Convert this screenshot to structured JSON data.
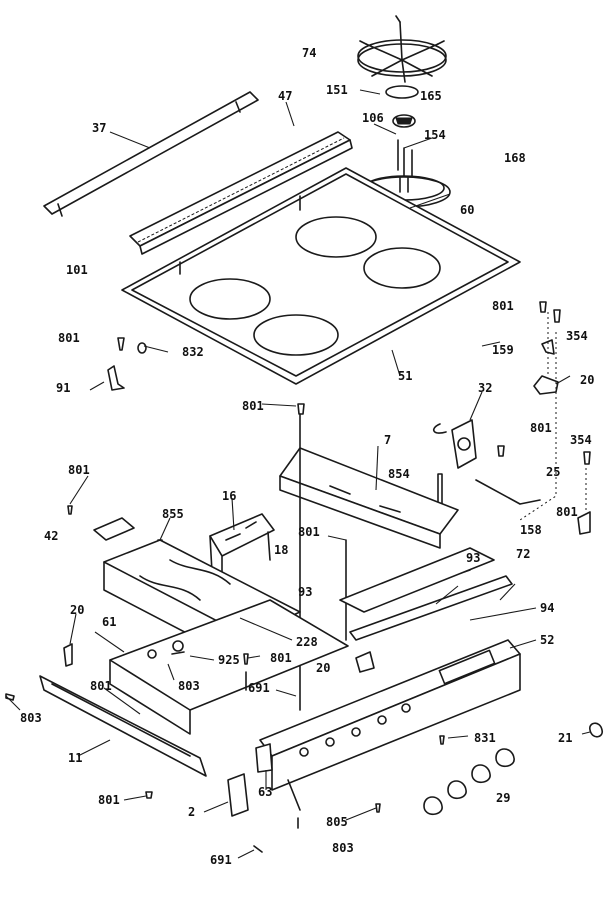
{
  "labels": {
    "l74": "74",
    "l151": "151",
    "l165": "165",
    "l47": "47",
    "l37": "37",
    "l106": "106",
    "l154": "154",
    "l168": "168",
    "l60": "60",
    "l101": "101",
    "l801a": "801",
    "l832": "832",
    "l51": "51",
    "l91": "91",
    "l801b": "801",
    "l354a": "354",
    "l159": "159",
    "l20a": "20",
    "l801c": "801",
    "l32": "32",
    "l7": "7",
    "l801d": "801",
    "l354b": "354",
    "l801e": "801",
    "l854": "854",
    "l25": "25",
    "l16": "16",
    "l855": "855",
    "l801f": "801",
    "l158": "158",
    "l42": "42",
    "l801g": "801",
    "l18": "18",
    "l93a": "93",
    "l93b": "93",
    "l72": "72",
    "l94": "94",
    "l20b": "20",
    "l61": "61",
    "l228": "228",
    "l52": "52",
    "l925": "925",
    "l801h": "801",
    "l803a": "803",
    "l20c": "20",
    "l691a": "691",
    "l801i": "801",
    "l803b": "803",
    "l11": "11",
    "l831": "831",
    "l21": "21",
    "l63": "63",
    "l805": "805",
    "l29": "29",
    "l801j": "801",
    "l2": "2",
    "l803c": "803",
    "l691b": "691"
  }
}
